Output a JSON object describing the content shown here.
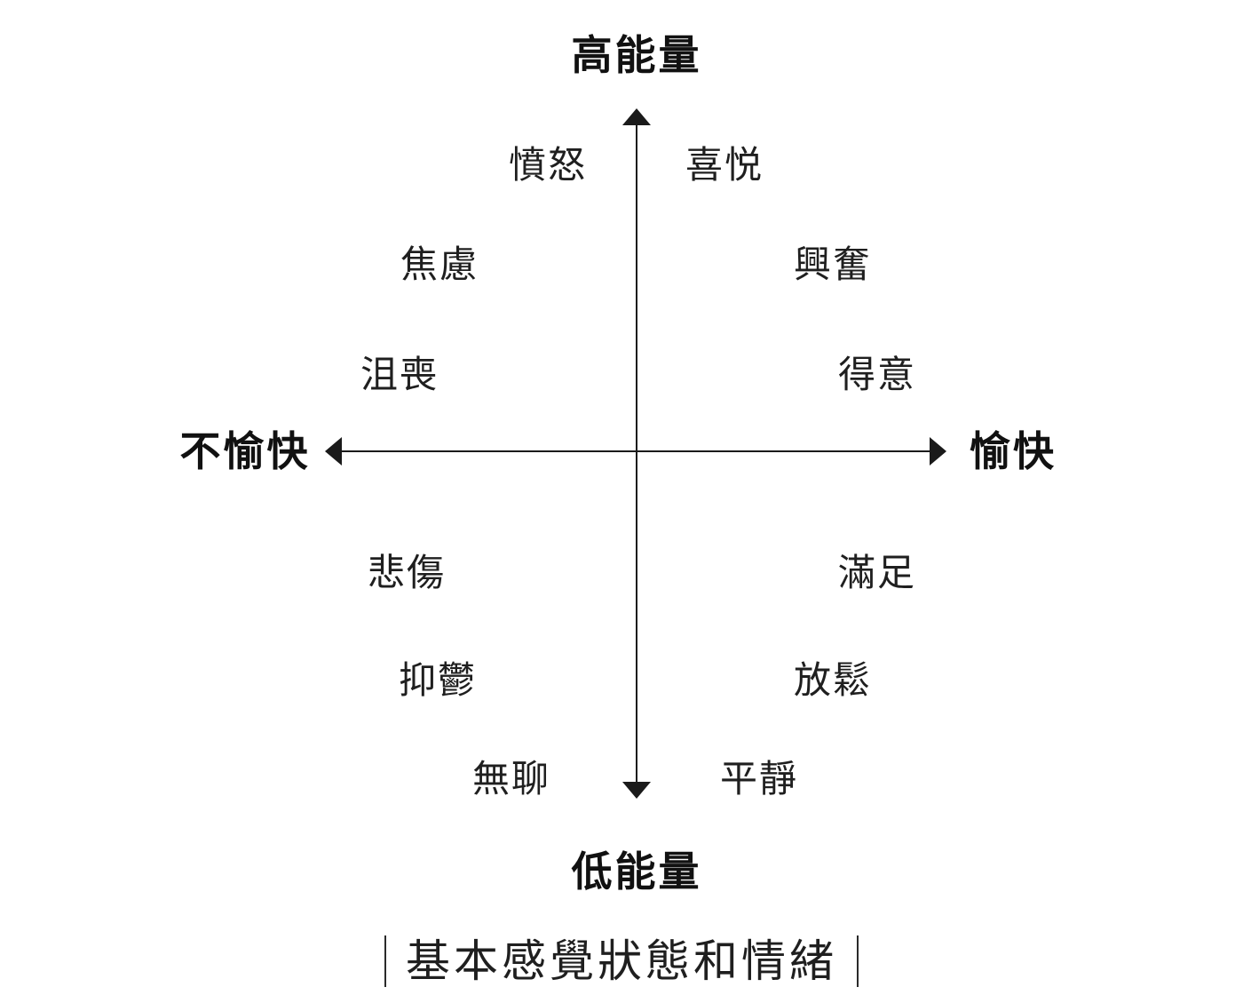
{
  "diagram": {
    "ink_color": "#1a1a1a",
    "background_color": "#ffffff"
  },
  "axes": {
    "top_label": "高能量",
    "bottom_label": "低能量",
    "left_label": "不愉快",
    "right_label": "愉快"
  },
  "emotions": {
    "top_left": [
      "憤怒",
      "焦慮",
      "沮喪"
    ],
    "top_right": [
      "喜悦",
      "興奮",
      "得意"
    ],
    "bottom_left": [
      "悲傷",
      "抑鬱",
      "無聊"
    ],
    "bottom_right": [
      "滿足",
      "放鬆",
      "平靜"
    ]
  },
  "caption": "基本感覺狀態和情緒"
}
